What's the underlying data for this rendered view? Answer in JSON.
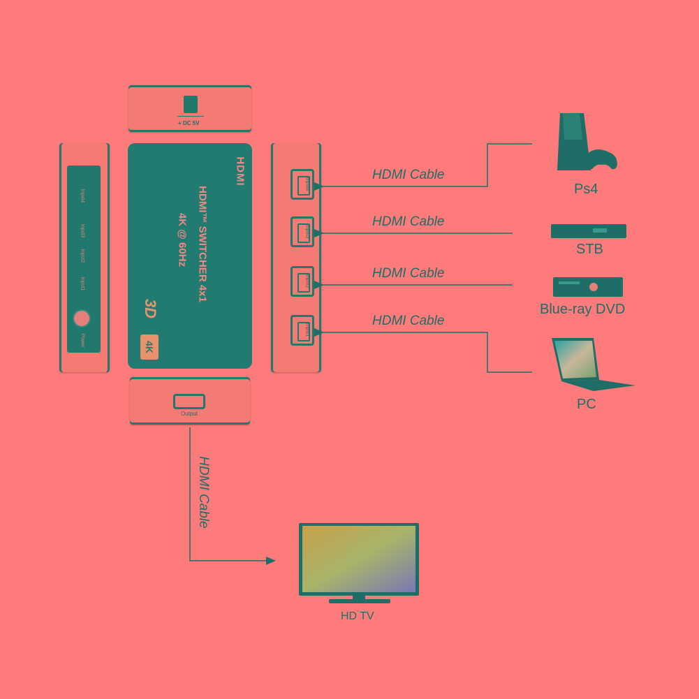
{
  "switcher": {
    "brand": "HDMI",
    "title_line1": "HDMI™ SWITCHER 4x1",
    "title_line2": "4K @ 60Hz",
    "badge_3d": "3D",
    "badge_4k": "4K",
    "power_label": "+ DC 5V",
    "output_label": "Output",
    "input_labels": [
      "Input4",
      "Input3",
      "Input2",
      "Input1"
    ],
    "indicator_labels": [
      "Input4",
      "Input3",
      "Input2",
      "Input1",
      "Power"
    ]
  },
  "cables": {
    "inputs": [
      "HDMI Cable",
      "HDMI Cable",
      "HDMI Cable",
      "HDMI Cable"
    ],
    "output": "HDMI Cable"
  },
  "devices": {
    "ps4": "Ps4",
    "stb": "STB",
    "bluray": "Blue-ray DVD",
    "pc": "PC",
    "tv": "HD TV"
  },
  "colors": {
    "background": "#fe7b7b",
    "accent": "#21786c"
  }
}
